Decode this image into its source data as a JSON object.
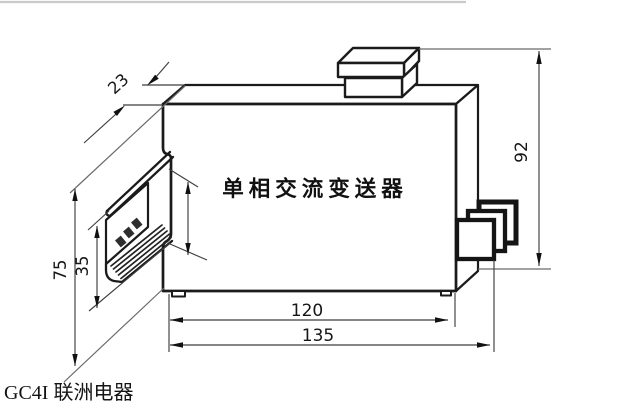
{
  "page": {
    "background": "#ffffff"
  },
  "drawing": {
    "product_title": "单相交流变送器",
    "brand_line": "GC4I 联洲电器",
    "dimensions": {
      "depth": "23",
      "overall_height": "92",
      "bracket_height": "75",
      "din_rail_width": "35",
      "body_width": "120",
      "overall_width": "135"
    },
    "colors": {
      "outline": "#1b1b1b",
      "dimension_lines": "#3f3f3f",
      "background": "#ffffff"
    },
    "parts": {
      "body": "device-body",
      "cover": "top-terminal-cover",
      "terminals": "side-terminal-blocks",
      "bracket": "din-rail-mounting-bracket",
      "nameplate": "side-nameplate",
      "feet": "mounting-feet"
    }
  }
}
